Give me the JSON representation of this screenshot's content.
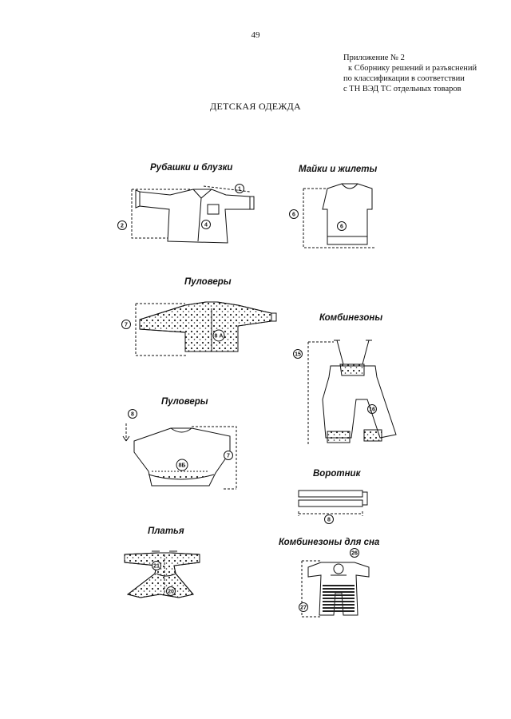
{
  "page": {
    "number": "49",
    "appendix": [
      "Приложение № 2",
      "к Сборнику решений и разъяснений",
      "по классификации в соответствии",
      "с ТН ВЭД ТС отдельных товаров"
    ],
    "title": "ДЕТСКАЯ ОДЕЖДА"
  },
  "figures": [
    {
      "caption": "Рубашки и блузки",
      "markers": [
        "1",
        "2",
        "4"
      ]
    },
    {
      "caption": "Майки и жилеты",
      "markers": [
        "6",
        "6"
      ]
    },
    {
      "caption": "Пуловеры",
      "markers": [
        "7",
        "8 А"
      ]
    },
    {
      "caption": "Комбинезоны",
      "markers": [
        "15",
        "16"
      ]
    },
    {
      "caption": "Пуловеры",
      "markers": [
        "8",
        "8Б",
        "7"
      ]
    },
    {
      "caption": "Воротник",
      "markers": [
        "8"
      ]
    },
    {
      "caption": "Платья",
      "markers": [
        "21",
        "20"
      ]
    },
    {
      "caption": "Комбинезоны для сна",
      "markers": [
        "26",
        "27"
      ]
    }
  ]
}
